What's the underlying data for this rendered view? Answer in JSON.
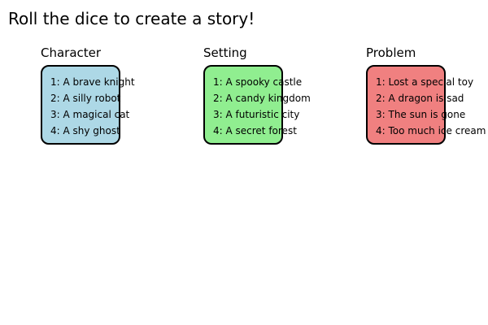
{
  "title": "Roll the dice to create a story!",
  "columns": [
    {
      "heading": "Character",
      "color": "#add8e6",
      "options": [
        "1: A brave knight",
        "2: A silly robot",
        "3: A magical cat",
        "4: A shy ghost"
      ]
    },
    {
      "heading": "Setting",
      "color": "#90ee90",
      "options": [
        "1: A spooky castle",
        "2: A candy kingdom",
        "3: A futuristic city",
        "4: A secret forest"
      ]
    },
    {
      "heading": "Problem",
      "color": "#f08080",
      "options": [
        "1: Lost a special toy",
        "2: A dragon is sad",
        "3: The sun is gone",
        "4: Too much ice cream"
      ]
    }
  ]
}
